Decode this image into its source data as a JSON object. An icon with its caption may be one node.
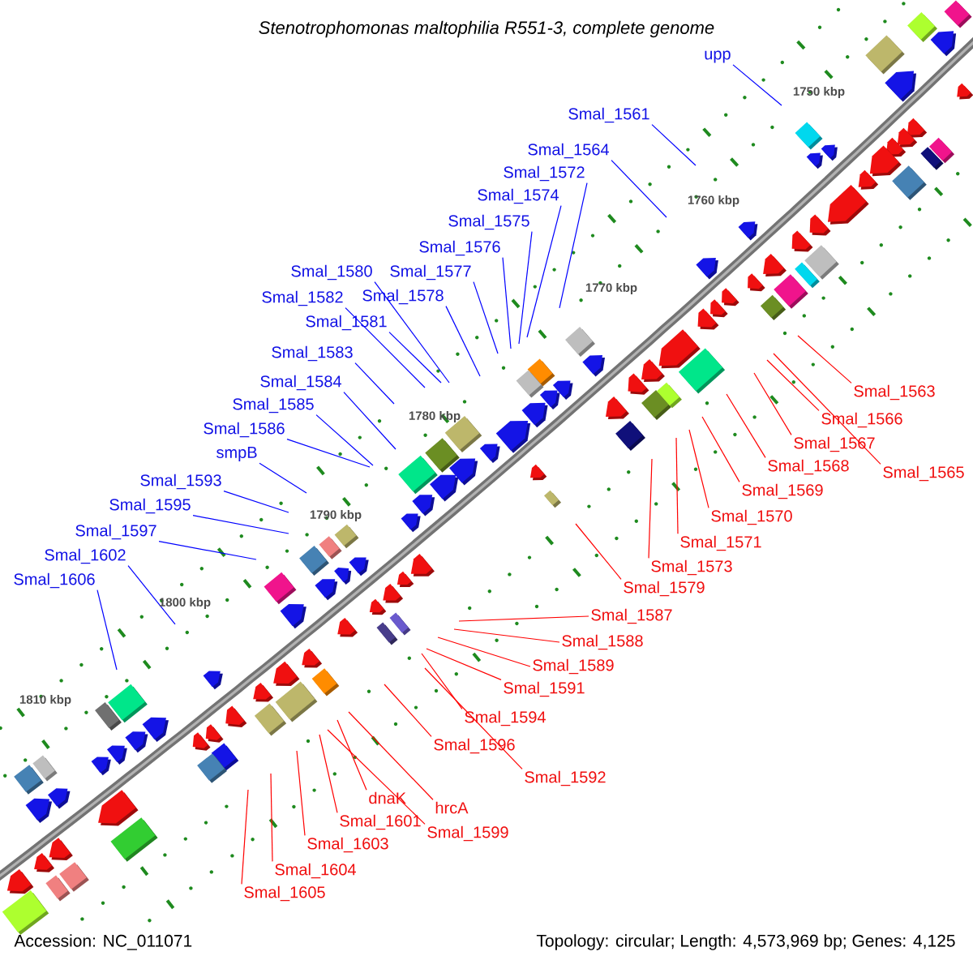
{
  "diagram": {
    "title": "Stenotrophomonas maltophilia R551-3, complete genome",
    "nodes": [
      {
        "text": [
          "upp"
        ]
      },
      {
        "text": [
          "Smal_1561"
        ]
      },
      {
        "text": [
          "Smal_1564"
        ]
      },
      {
        "text": [
          "Smal_1572"
        ]
      },
      {
        "text": [
          "Smal_1574"
        ]
      },
      {
        "text": [
          "Smal_1575"
        ]
      },
      {
        "text": [
          "Smal_1576"
        ]
      },
      {
        "text": [
          "Smal_1580"
        ]
      },
      {
        "text": [
          "Smal_1577"
        ]
      },
      {
        "text": [
          "Smal_1582"
        ]
      },
      {
        "text": [
          "Smal_1578"
        ]
      },
      {
        "text": [
          "Smal_1581"
        ]
      },
      {
        "text": [
          "Smal_1583"
        ]
      },
      {
        "text": [
          "Smal_1584"
        ]
      },
      {
        "text": [
          "Smal_1585"
        ]
      },
      {
        "text": [
          "Smal_1586"
        ]
      },
      {
        "text": [
          "smpB"
        ]
      },
      {
        "text": [
          "Smal_1593"
        ]
      },
      {
        "text": [
          "Smal_1595"
        ]
      },
      {
        "text": [
          "Smal_1597"
        ]
      },
      {
        "text": [
          "Smal_1602"
        ]
      },
      {
        "text": [
          "Smal_1606"
        ]
      },
      {
        "text": [
          "Smal_1563"
        ]
      },
      {
        "text": [
          "Smal_1566"
        ]
      },
      {
        "text": [
          "Smal_1567"
        ]
      },
      {
        "text": [
          "Smal_1568"
        ]
      },
      {
        "text": [
          "Smal_1565"
        ]
      },
      {
        "text": [
          "Smal_1569"
        ]
      },
      {
        "text": [
          "Smal_1570"
        ]
      },
      {
        "text": [
          "Smal_1571"
        ]
      },
      {
        "text": [
          "Smal_1573"
        ]
      },
      {
        "text": [
          "Smal_1579"
        ]
      },
      {
        "text": [
          "Smal_1587"
        ]
      },
      {
        "text": [
          "Smal_1588"
        ]
      },
      {
        "text": [
          "Smal_1589"
        ]
      },
      {
        "text": [
          "Smal_1591"
        ]
      },
      {
        "text": [
          "Smal_1594"
        ]
      },
      {
        "text": [
          "Smal_1596"
        ]
      },
      {
        "text": [
          "Smal_1592"
        ]
      },
      {
        "text": [
          "dnaK"
        ]
      },
      {
        "text": [
          "hrcA"
        ]
      },
      {
        "text": [
          "Smal_1601"
        ]
      },
      {
        "text": [
          "Smal_1599"
        ]
      },
      {
        "text": [
          "Smal_1603"
        ]
      },
      {
        "text": [
          "Smal_1604"
        ]
      },
      {
        "text": [
          "Smal_1605"
        ]
      }
    ],
    "edges": [
      {
        "from": 0,
        "to": null,
        "arrow": "none",
        "color": "#0000ff"
      },
      {
        "from": 1,
        "to": null,
        "arrow": "none",
        "color": "#0000ff"
      },
      {
        "from": 2,
        "to": null,
        "arrow": "none",
        "color": "#0000ff"
      },
      {
        "from": 3,
        "to": null,
        "arrow": "none",
        "color": "#0000ff"
      },
      {
        "from": 4,
        "to": null,
        "arrow": "none",
        "color": "#0000ff"
      },
      {
        "from": 5,
        "to": null,
        "arrow": "none",
        "color": "#0000ff"
      },
      {
        "from": 6,
        "to": null,
        "arrow": "none",
        "color": "#0000ff"
      },
      {
        "from": 7,
        "to": null,
        "arrow": "none",
        "color": "#0000ff"
      },
      {
        "from": 8,
        "to": null,
        "arrow": "none",
        "color": "#0000ff"
      },
      {
        "from": 9,
        "to": null,
        "arrow": "none",
        "color": "#0000ff"
      },
      {
        "from": 10,
        "to": null,
        "arrow": "none",
        "color": "#0000ff"
      },
      {
        "from": 11,
        "to": null,
        "arrow": "none",
        "color": "#0000ff"
      },
      {
        "from": 12,
        "to": null,
        "arrow": "none",
        "color": "#0000ff"
      },
      {
        "from": 13,
        "to": null,
        "arrow": "none",
        "color": "#0000ff"
      },
      {
        "from": 14,
        "to": null,
        "arrow": "none",
        "color": "#0000ff"
      },
      {
        "from": 15,
        "to": null,
        "arrow": "none",
        "color": "#0000ff"
      },
      {
        "from": 16,
        "to": null,
        "arrow": "none",
        "color": "#0000ff"
      },
      {
        "from": 17,
        "to": null,
        "arrow": "none",
        "color": "#0000ff"
      },
      {
        "from": 18,
        "to": null,
        "arrow": "none",
        "color": "#0000ff"
      },
      {
        "from": 19,
        "to": null,
        "arrow": "none",
        "color": "#0000ff"
      },
      {
        "from": 20,
        "to": null,
        "arrow": "none",
        "color": "#0000ff"
      },
      {
        "from": 21,
        "to": null,
        "arrow": "none",
        "color": "#0000ff"
      },
      {
        "from": 22,
        "to": null,
        "arrow": "none"
      },
      {
        "from": 23,
        "to": null,
        "arrow": "none"
      },
      {
        "from": 24,
        "to": null,
        "arrow": "none"
      },
      {
        "from": 25,
        "to": null,
        "arrow": "none"
      },
      {
        "from": 26,
        "to": null,
        "arrow": "none"
      },
      {
        "from": 27,
        "to": null,
        "arrow": "none"
      },
      {
        "from": 28,
        "to": null,
        "arrow": "none"
      },
      {
        "from": 29,
        "to": null,
        "arrow": "none"
      },
      {
        "from": 30,
        "to": null,
        "arrow": "none"
      },
      {
        "from": 31,
        "to": null,
        "arrow": "none"
      },
      {
        "from": 32,
        "to": null,
        "arrow": "none"
      },
      {
        "from": 33,
        "to": null,
        "arrow": "none"
      },
      {
        "from": 34,
        "to": null,
        "arrow": "none"
      },
      {
        "from": 35,
        "to": null,
        "arrow": "none"
      },
      {
        "from": 36,
        "to": null,
        "arrow": "none"
      },
      {
        "from": 37,
        "to": null,
        "arrow": "none"
      },
      {
        "from": 38,
        "to": null,
        "arrow": "none"
      },
      {
        "from": 39,
        "to": null,
        "arrow": "none"
      },
      {
        "from": 40,
        "to": null,
        "arrow": "none"
      },
      {
        "from": 41,
        "to": null,
        "arrow": "none"
      },
      {
        "from": 42,
        "to": null,
        "arrow": "none"
      },
      {
        "from": 43,
        "to": null,
        "arrow": "none"
      },
      {
        "from": 44,
        "to": null,
        "arrow": "none"
      },
      {
        "from": 45,
        "to": null,
        "arrow": "none"
      }
    ],
    "labels": [
      "1750 kbp",
      "1760 kbp",
      "1770 kbp",
      "1780 kbp",
      "1790 kbp",
      "1800 kbp",
      "1810 kbp",
      "Accession: NC_011071",
      "Topology: circular; Length: 4,573,969 bp; Genes: 4,125"
    ]
  }
}
